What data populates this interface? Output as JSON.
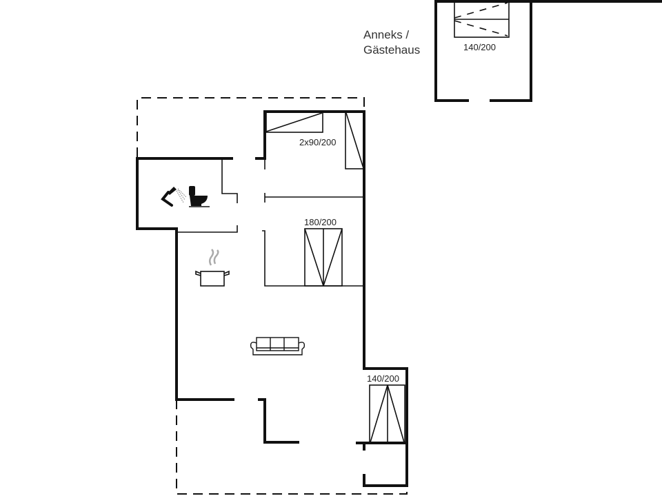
{
  "annex": {
    "title_line1": "Anneks /",
    "title_line2": "Gästehaus",
    "bed_label": "140/200"
  },
  "main_house": {
    "bedroom_1": {
      "bed_label": "2x90/200"
    },
    "bedroom_2": {
      "bed_label": "180/200"
    },
    "bedroom_3": {
      "bed_label": "140/200"
    }
  },
  "icons": {
    "bathroom": [
      "shower-icon",
      "toilet-icon"
    ],
    "kitchen": [
      "cooking-pot-icon"
    ],
    "living_room": [
      "sofa-icon"
    ]
  },
  "colors": {
    "wall": "#111111",
    "background": "#ffffff",
    "steam": "#aaaaaa"
  }
}
